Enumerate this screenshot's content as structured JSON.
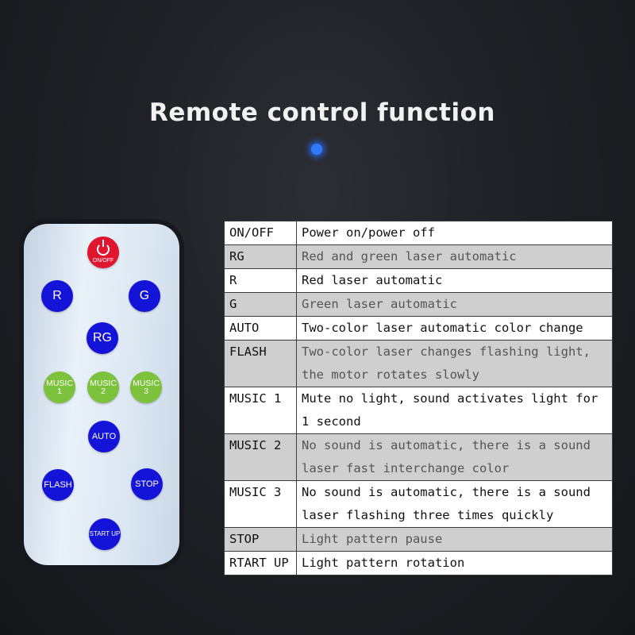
{
  "title": "Remote control function",
  "remote": {
    "on_off": "ON/OFF",
    "r": "R",
    "g": "G",
    "rg": "RG",
    "music1": [
      "MUSIC",
      "1"
    ],
    "music2": [
      "MUSIC",
      "2"
    ],
    "music3": [
      "MUSIC",
      "3"
    ],
    "auto": "AUTO",
    "flash": "FLASH",
    "stop": "STOP",
    "start_up": "START UP"
  },
  "table": {
    "rows": [
      {
        "key": "ON/OFF",
        "lines": [
          "Power on/power off"
        ]
      },
      {
        "key": "RG",
        "lines": [
          "Red and green laser automatic"
        ]
      },
      {
        "key": "R",
        "lines": [
          "Red laser automatic"
        ]
      },
      {
        "key": "G",
        "lines": [
          "Green laser automatic"
        ]
      },
      {
        "key": "AUTO",
        "lines": [
          "Two-color laser automatic color change"
        ]
      },
      {
        "key": "FLASH",
        "lines": [
          "Two-color laser changes flashing light,",
          "the motor rotates slowly"
        ]
      },
      {
        "key": "MUSIC 1",
        "lines": [
          "Mute no light, sound activates light for",
          "1 second"
        ]
      },
      {
        "key": "MUSIC 2",
        "lines": [
          "No sound is automatic, there is a sound",
          "laser fast interchange color"
        ]
      },
      {
        "key": "MUSIC 3",
        "lines": [
          "No sound is automatic, there is a sound",
          "laser flashing three times quickly"
        ]
      },
      {
        "key": "STOP",
        "lines": [
          "Light pattern pause"
        ]
      },
      {
        "key": "RTART UP",
        "lines": [
          "Light pattern rotation"
        ]
      }
    ]
  },
  "colors": {
    "button_blue": "#1414d8",
    "button_green": "#7cc23c",
    "button_red": "#e0152f",
    "indicator_blue": "#2f7bff"
  }
}
